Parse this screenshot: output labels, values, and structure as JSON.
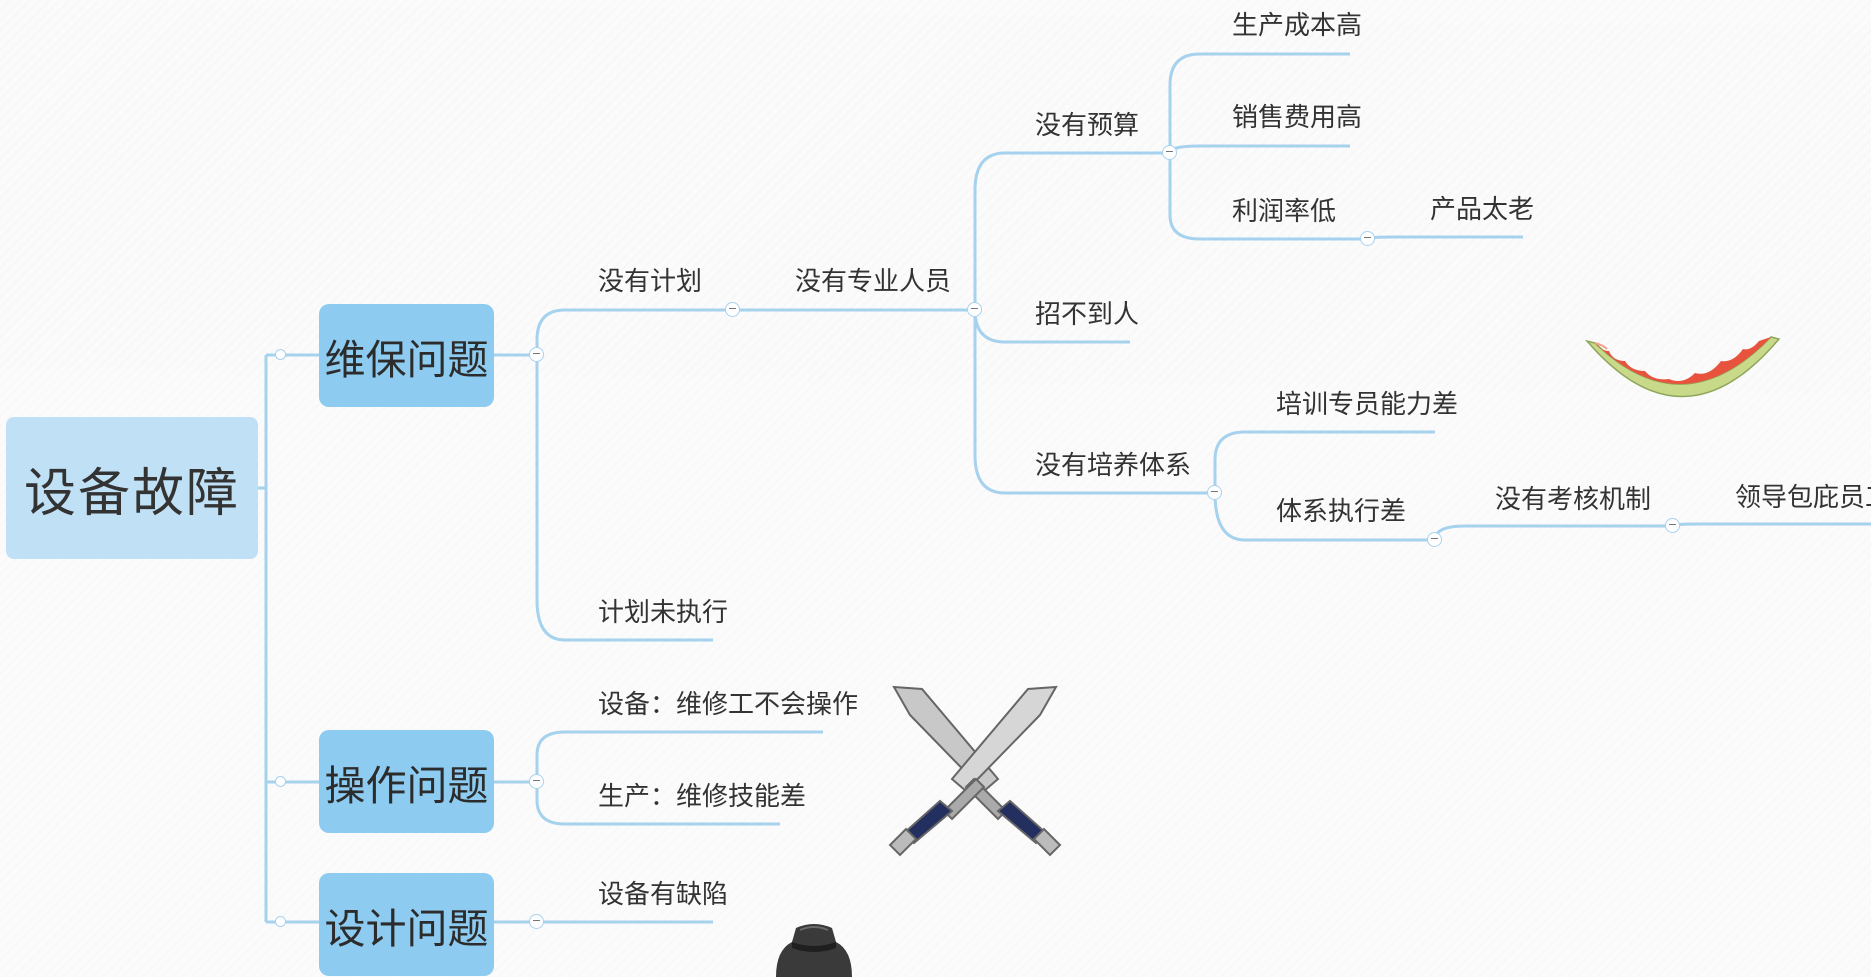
{
  "mindmap": {
    "root": "设备故障",
    "categories": {
      "maintenance": "维保问题",
      "operation": "操作问题",
      "design": "设计问题"
    },
    "branches": {
      "no_plan": "没有计划",
      "plan_not_executed": "计划未执行",
      "no_professionals": "没有专业人员",
      "no_budget": "没有预算",
      "high_production_cost": "生产成本高",
      "high_sales_cost": "销售费用高",
      "low_profit_margin": "利润率低",
      "product_too_old": "产品太老",
      "cannot_hire": "招不到人",
      "no_training_system": "没有培养体系",
      "weak_trainers": "培训专员能力差",
      "poor_execution": "体系执行差",
      "no_assessment": "没有考核机制",
      "leaders_shield": "领导包庇员工",
      "operator_skill": "设备：维修工不会操作",
      "repair_skill": "生产：维修技能差",
      "equipment_defect": "设备有缺陷"
    },
    "toggle_symbol": "−"
  },
  "decorations": [
    "watermelon-rind-sticker",
    "crossed-swords-sticker",
    "hat-sticker"
  ],
  "colors": {
    "connector": "#a6d2ee",
    "root_fill": "#bfe0f5",
    "category_fill": "#8dcbf0",
    "text": "#333333"
  }
}
